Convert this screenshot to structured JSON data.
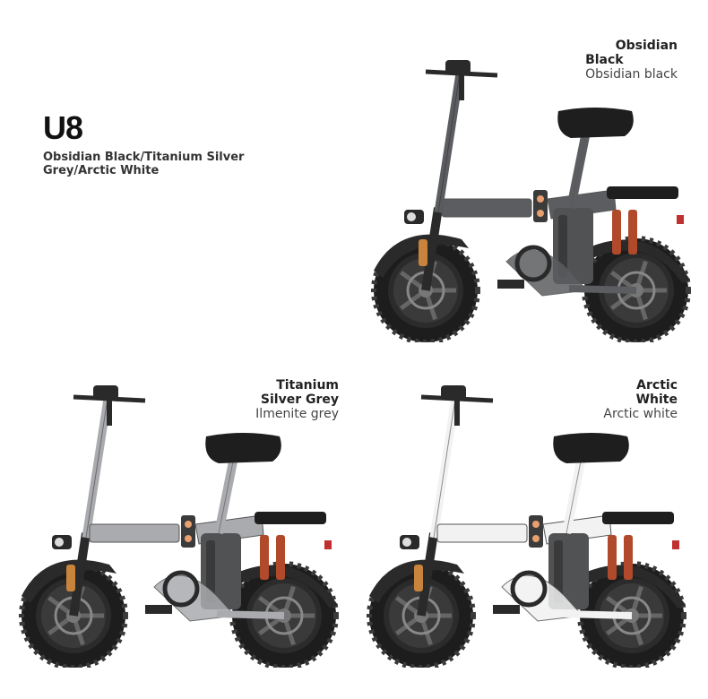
{
  "model": "U8",
  "colors_line": "Obsidian Black/Titanium Silver Grey/Arctic White",
  "variants": [
    {
      "name_line1": "Obsidian",
      "name_line2": "Black",
      "alt_name": "Obsidian black",
      "frame_color": "#5b5d60"
    },
    {
      "name_line1": "Titanium",
      "name_line2": "Silver Grey",
      "alt_name": "Ilmenite grey",
      "frame_color": "#a9abae"
    },
    {
      "name_line1": "Arctic",
      "name_line2": "White",
      "alt_name": "Arctic white",
      "frame_color": "#f2f2f2"
    }
  ]
}
